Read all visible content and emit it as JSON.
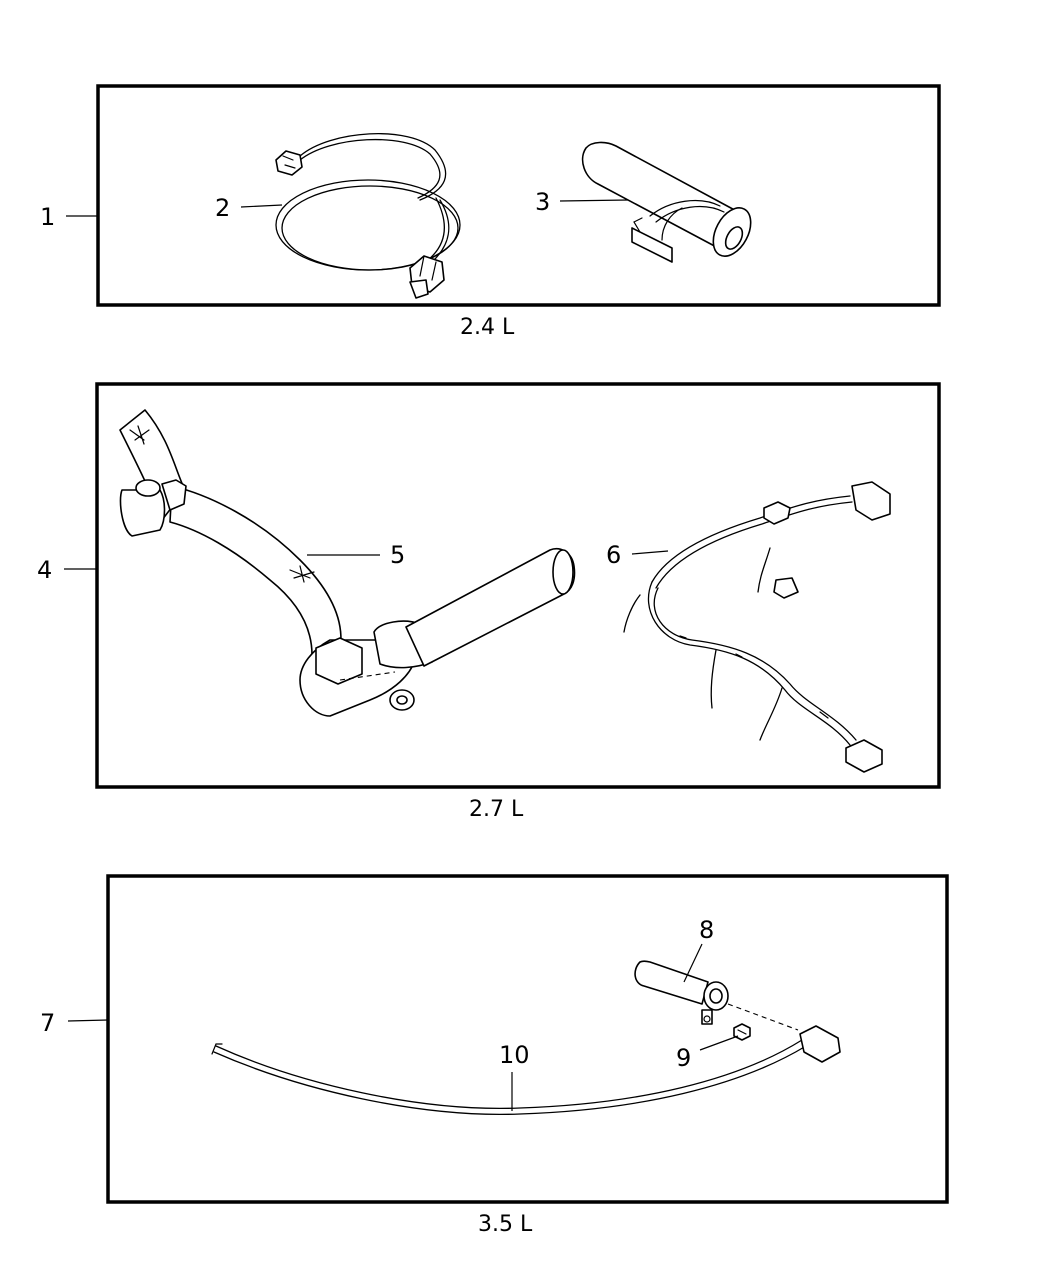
{
  "groups": [
    {
      "id": "group-1",
      "callout": "1",
      "caption": "2.4 L",
      "parts": [
        {
          "callout": "2",
          "icon": "sensor-wire-harness-icon"
        },
        {
          "callout": "3",
          "icon": "crankshaft-position-sensor-icon"
        }
      ]
    },
    {
      "id": "group-4",
      "callout": "4",
      "caption": "2.7 L",
      "parts": [
        {
          "callout": "5",
          "icon": "sensor-with-cable-icon"
        },
        {
          "callout": "6",
          "icon": "wiring-harness-icon"
        }
      ]
    },
    {
      "id": "group-7",
      "callout": "7",
      "caption": "3.5 L",
      "parts": [
        {
          "callout": "8",
          "icon": "cylindrical-sensor-icon"
        },
        {
          "callout": "9",
          "icon": "bolt-icon"
        },
        {
          "callout": "10",
          "icon": "sensor-lead-wire-icon"
        }
      ]
    }
  ]
}
